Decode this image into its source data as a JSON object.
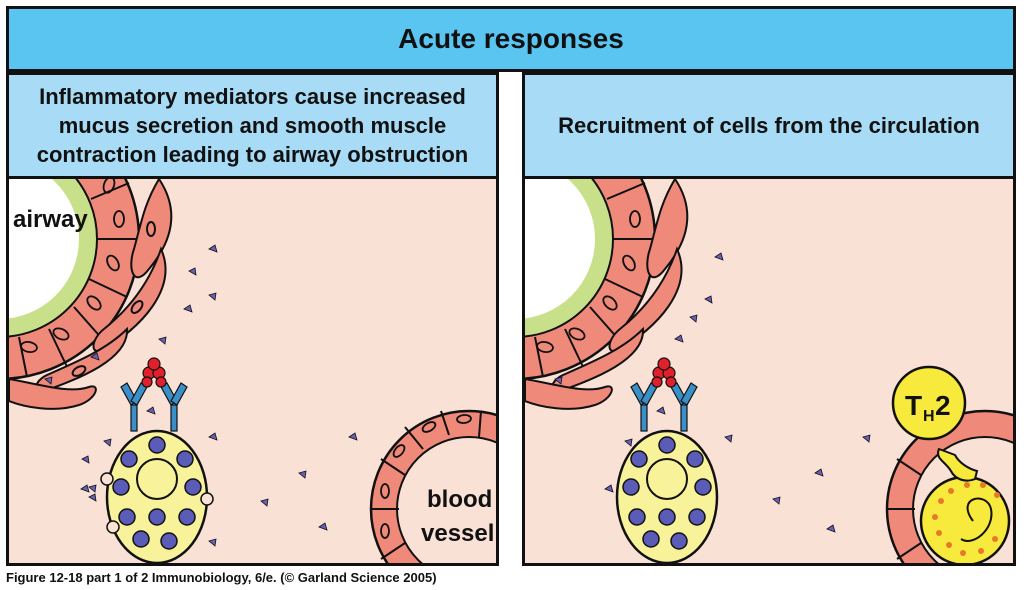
{
  "header": {
    "title": "Acute responses"
  },
  "panels": [
    {
      "title_lines": [
        "Inflammatory mediators cause increased",
        "mucus secretion and smooth muscle",
        "contraction leading to airway obstruction"
      ],
      "airway_label": "airway",
      "vessel_label_lines": [
        "blood",
        "vessel"
      ]
    },
    {
      "title_lines": [
        "Recruitment of cells from the circulation"
      ],
      "th2_label": "T",
      "th2_sub": "H",
      "th2_num": "2"
    }
  ],
  "caption": "Figure 12-18 part 1 of 2  Immunobiology, 6/e. (© Garland Science 2005)",
  "colors": {
    "title_bar": "#5bc5f2",
    "panel_head": "#a8dcf6",
    "tissue": "#f9e1d6",
    "epithelium": "#ef8a7a",
    "mucus_ring": "#c8e08a",
    "mast_cell": "#f8f39a",
    "granule": "#5b5bb8",
    "mediator": "#6a5fb8",
    "antibody": "#3a8fc8",
    "allergen": "#e0202a",
    "th2": "#f7ea3c"
  }
}
